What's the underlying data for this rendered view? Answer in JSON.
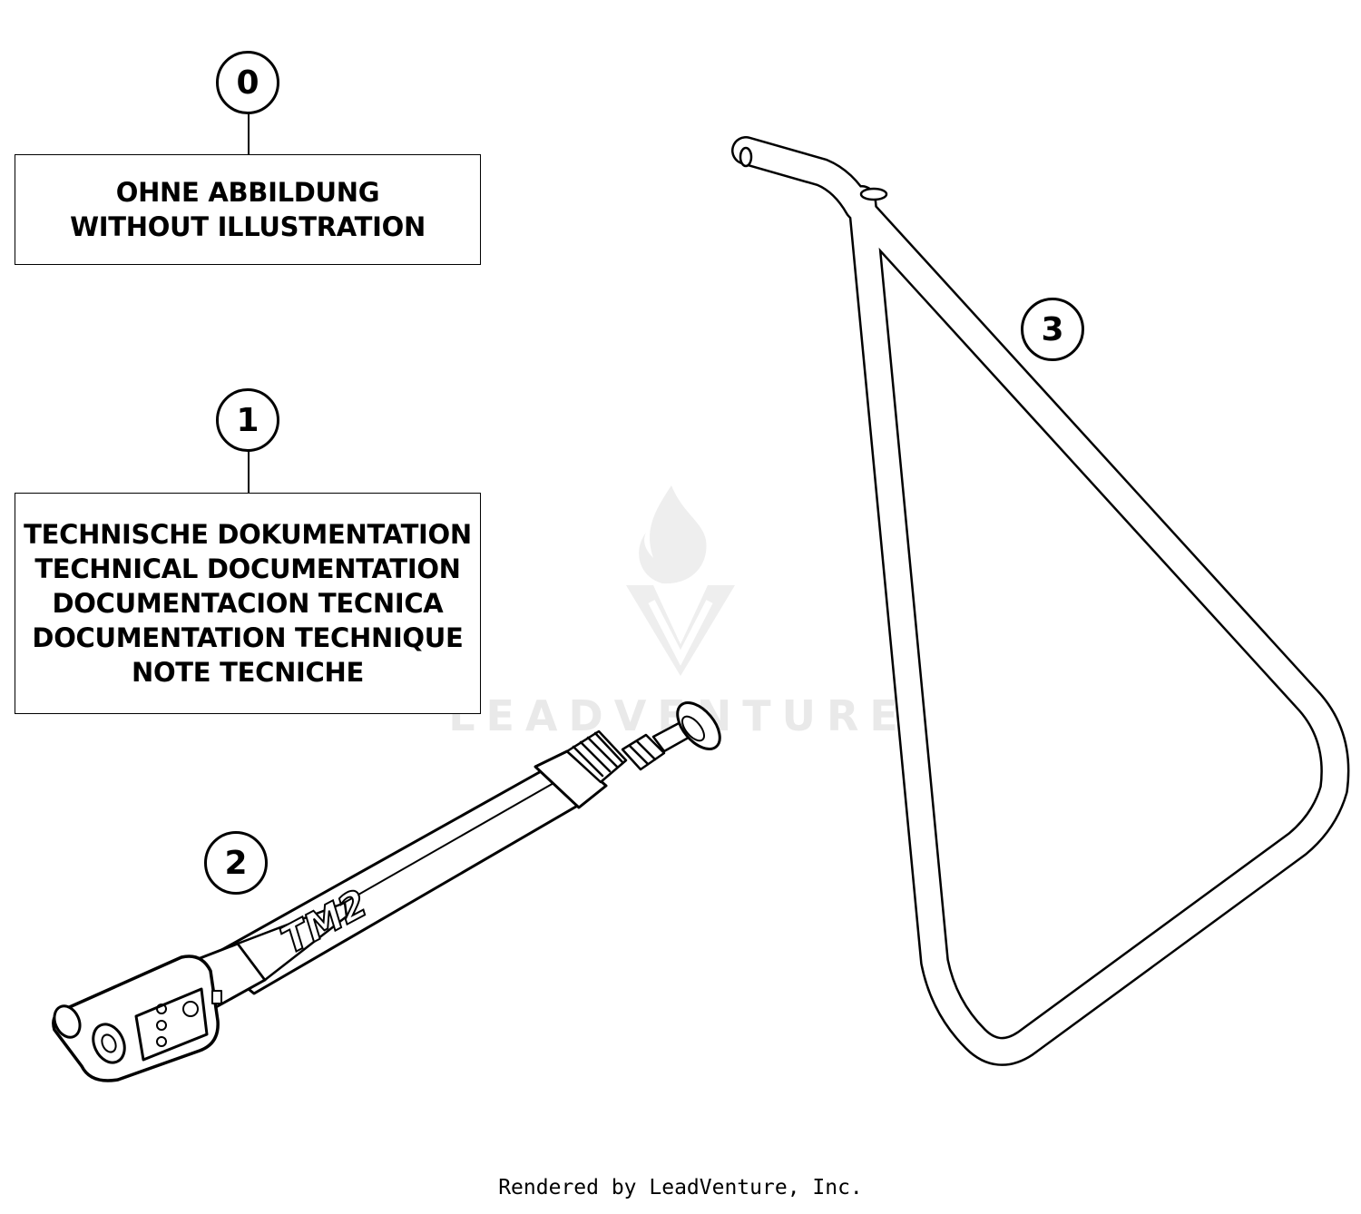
{
  "watermark": {
    "brand": "LEADVENTURE"
  },
  "callouts": [
    {
      "number": "0"
    },
    {
      "number": "1"
    },
    {
      "number": "2"
    },
    {
      "number": "3"
    }
  ],
  "boxes": {
    "without_illustration": {
      "lines": [
        "OHNE ABBILDUNG",
        "WITHOUT ILLUSTRATION"
      ]
    },
    "technical_documentation": {
      "lines": [
        "TECHNISCHE DOKUMENTATION",
        "TECHNICAL DOCUMENTATION",
        "DOCUMENTACION TECNICA",
        "DOCUMENTATION TECHNIQUE",
        "NOTE TECNICHE"
      ]
    }
  },
  "pump_brand": "TM2",
  "footer": {
    "credit": "Rendered by LeadVenture, Inc."
  }
}
